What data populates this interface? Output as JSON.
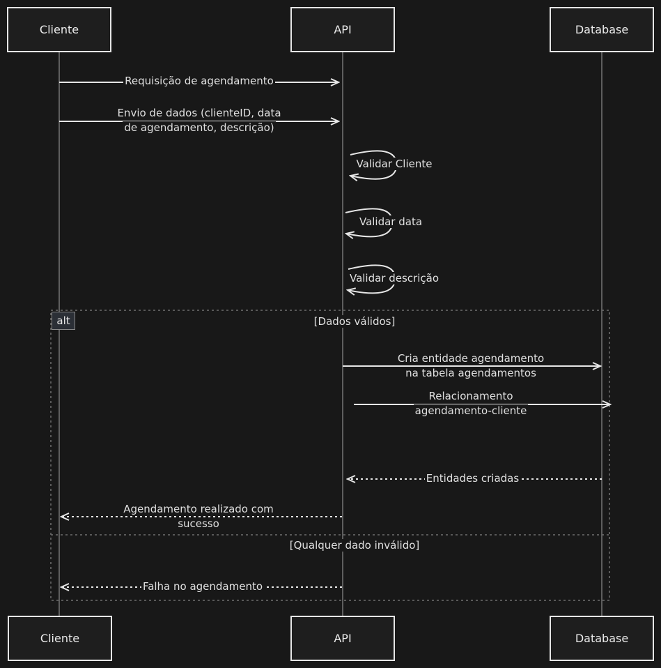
{
  "participants": {
    "cliente": "Cliente",
    "api": "API",
    "database": "Database"
  },
  "messages": {
    "m1": "Requisição  de agendamento",
    "m2_l1": "Envio de dados (clienteID, data",
    "m2_l2": "de agendamento,  descrição)",
    "self1": "Validar Cliente",
    "self2": "Validar data",
    "self3": "Validar descrição",
    "m3_l1": "Cria entidade agendamento",
    "m3_l2": "na tabela agendamentos",
    "m4_l1": "Relacionamento",
    "m4_l2": "agendamento-cliente",
    "m5": "Entidades criadas",
    "m6_l1": "Agendamento realizado com",
    "m6_l2": "sucesso",
    "m7": "Falha no agendamento"
  },
  "alt": {
    "tag": "alt",
    "guard1": "[Dados válidos]",
    "guard2": "[Qualquer dado inválido]"
  },
  "colors": {
    "background": "#181818",
    "stroke": "#e6e6e6",
    "frame": "#7a7a7a"
  }
}
